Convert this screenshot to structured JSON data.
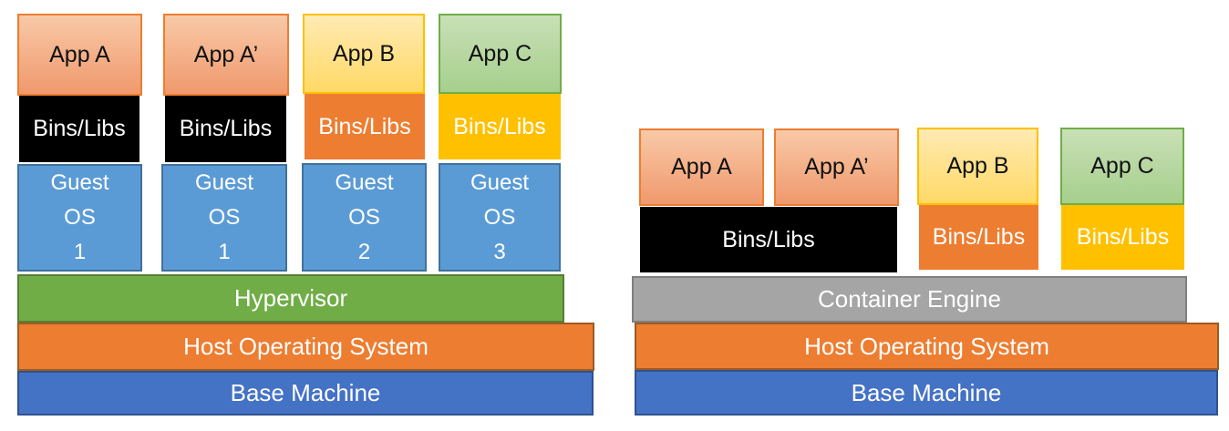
{
  "colors": {
    "app_a_fill_top": "#F8C9A7",
    "app_a_fill_bottom": "#F0996D",
    "app_a_border": "#ED7D31",
    "app_b_fill_top": "#FFEAB2",
    "app_b_fill_bottom": "#FFD966",
    "app_b_border": "#FFC000",
    "app_c_fill_top": "#C8E0B6",
    "app_c_fill_bottom": "#A6CF8D",
    "app_c_border": "#70AD47",
    "bins_black": "#000000",
    "bins_orange": "#ED7D31",
    "bins_gold": "#FFC000",
    "guest_os_fill": "#5B9BD5",
    "guest_os_border": "#41719C",
    "hypervisor_fill": "#70AD47",
    "host_os_fill": "#ED7D31",
    "base_machine_fill": "#4472C4",
    "container_engine_fill": "#A5A5A5",
    "container_engine_border": "#7F7F7F"
  },
  "vm_stack": {
    "columns": [
      {
        "app": "App A",
        "bins": "Bins/Libs",
        "os_lines": [
          "Guest",
          "OS",
          "1"
        ]
      },
      {
        "app": "App A’",
        "bins": "Bins/Libs",
        "os_lines": [
          "Guest",
          "OS",
          "1"
        ]
      },
      {
        "app": "App B",
        "bins": "Bins/Libs",
        "os_lines": [
          "Guest",
          "OS",
          "2"
        ]
      },
      {
        "app": "App C",
        "bins": "Bins/Libs",
        "os_lines": [
          "Guest",
          "OS",
          "3"
        ]
      }
    ],
    "hypervisor": "Hypervisor",
    "host_os": "Host Operating System",
    "base_machine": "Base Machine"
  },
  "container_stack": {
    "apps": [
      "App A",
      "App A’",
      "App B",
      "App C"
    ],
    "shared_bins": "Bins/Libs",
    "app_b_bins": "Bins/Libs",
    "app_c_bins": "Bins/Libs",
    "container_engine": "Container Engine",
    "host_os": "Host Operating System",
    "base_machine": "Base Machine"
  }
}
